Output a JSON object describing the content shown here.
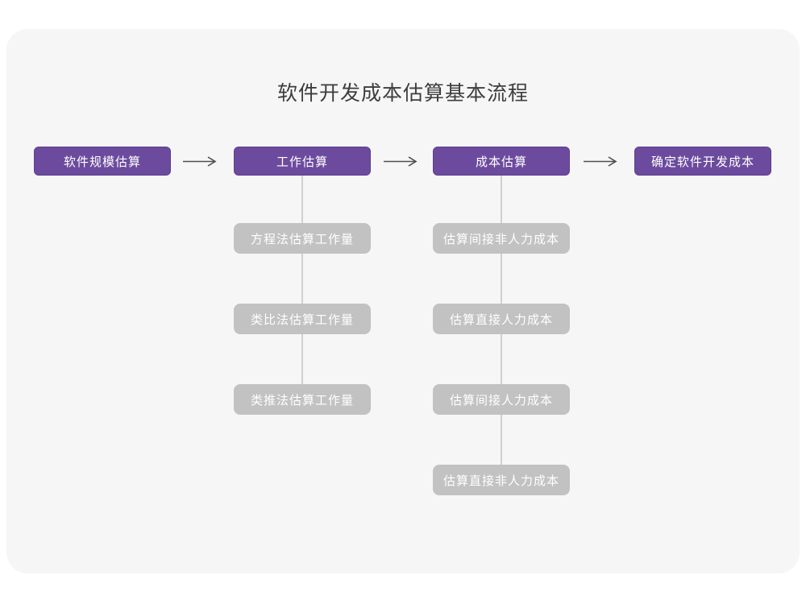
{
  "title": "软件开发成本估算基本流程",
  "colors": {
    "page_background": "#ffffff",
    "card_background": "#f6f6f7",
    "primary_node": "#6c4b9e",
    "sub_node": "#c2c2c2",
    "connector_line": "#d0d0d0",
    "arrow": "#4f4f4f",
    "title_text": "#3d3d3d",
    "node_text": "#ffffff"
  },
  "flow": {
    "main_nodes": [
      {
        "id": "software-scale-estimation",
        "label": "软件规模估算"
      },
      {
        "id": "work-estimation",
        "label": "工作估算"
      },
      {
        "id": "cost-estimation",
        "label": "成本估算"
      },
      {
        "id": "determine-software-dev-cost",
        "label": "确定软件开发成本"
      }
    ],
    "work_sub_nodes": [
      {
        "label": "方程法估算工作量"
      },
      {
        "label": "类比法估算工作量"
      },
      {
        "label": "类推法估算工作量"
      }
    ],
    "cost_sub_nodes": [
      {
        "label": "估算间接非人力成本"
      },
      {
        "label": "估算直接人力成本"
      },
      {
        "label": "估算间接人力成本"
      },
      {
        "label": "估算直接非人力成本"
      }
    ]
  }
}
